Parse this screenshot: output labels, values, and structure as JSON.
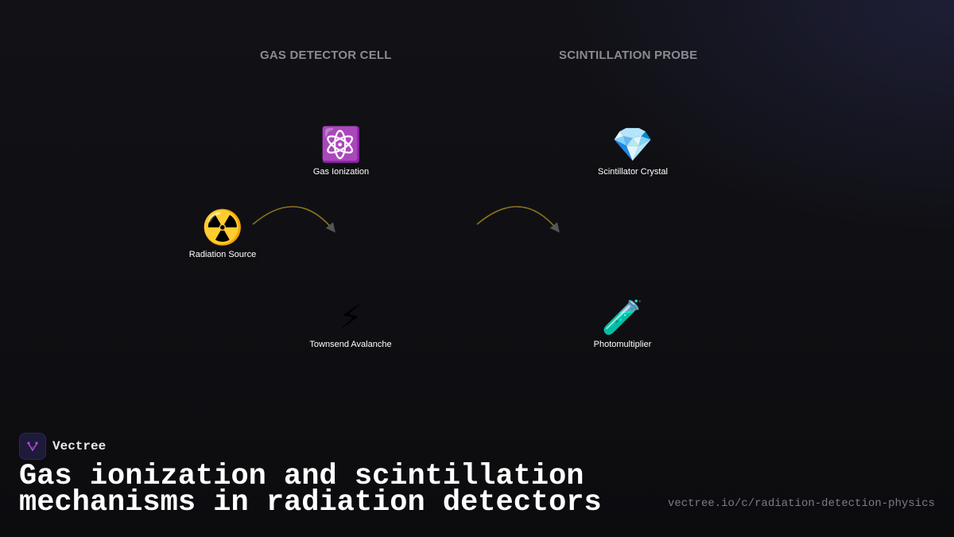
{
  "groups": {
    "gas": "GAS DETECTOR CELL",
    "scint": "SCINTILLATION PROBE"
  },
  "nodes": {
    "radiation_source": {
      "icon": "☢️",
      "icon_name": "radiation-icon",
      "label": "Radiation Source"
    },
    "gas_ionization": {
      "icon": "⚛️",
      "icon_name": "atom-icon",
      "label": "Gas Ionization"
    },
    "townsend_avalanche": {
      "icon": "⚡",
      "icon_name": "lightning-icon",
      "label": "Townsend Avalanche"
    },
    "scintillator_crystal": {
      "icon": "💎",
      "icon_name": "gem-icon",
      "label": "Scintillator Crystal"
    },
    "photomultiplier": {
      "icon": "🧪",
      "icon_name": "test-tube-icon",
      "label": "Photomultiplier"
    }
  },
  "colors": {
    "background": "#0f0f13",
    "arrow_stroke": "#8a7420",
    "arrow_head": "#555555",
    "group_label": "#8a8a90",
    "brand_logo_bg": "#1d1a3a",
    "brand_logo_mark": "#b44ad9"
  },
  "brand": {
    "name": "Vectree",
    "logo_icon": "vectree-logo-icon"
  },
  "footer": {
    "title": "Gas ionization and scintillation mechanisms in radiation detectors",
    "url": "vectree.io/c/radiation-detection-physics"
  }
}
